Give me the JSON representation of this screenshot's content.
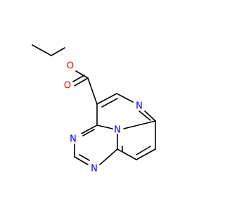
{
  "molecule": {
    "colors": {
      "bond": "#000000",
      "oxygen": "#ff0000",
      "nitrogen": "#0000ff"
    },
    "atoms": {
      "ether_oxygen": "O",
      "carbonyl_oxygen": "O",
      "pyrimidine_nitrogen": "N",
      "triazine_nitrogen_left": "N",
      "triazine_nitrogen_bottom": "N",
      "bridgehead_nitrogen": "N"
    }
  }
}
